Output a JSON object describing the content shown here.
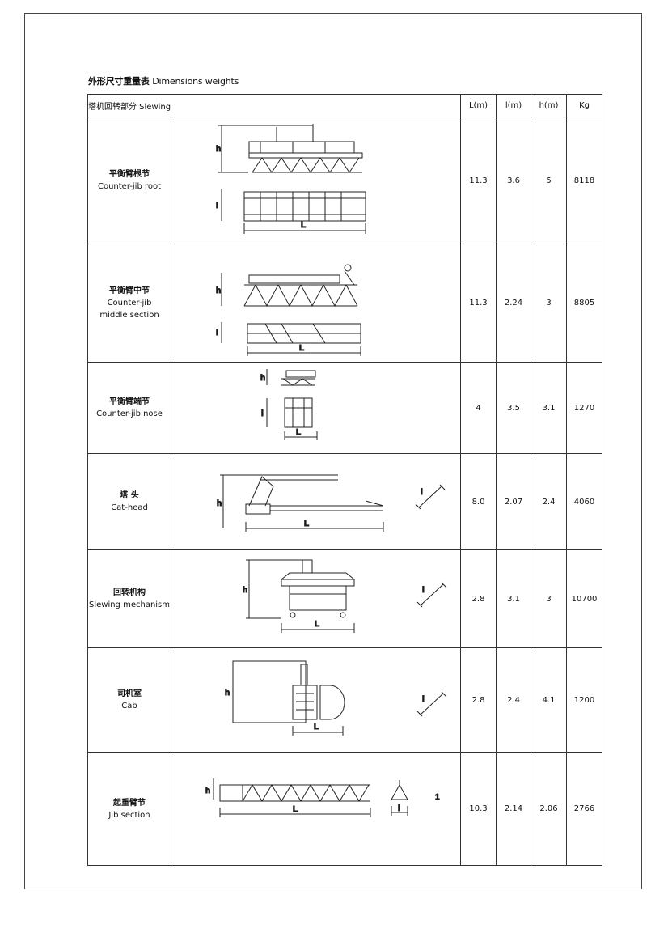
{
  "page": {
    "title_cn": "外形尺寸重量表",
    "title_en": "Dimensions weights"
  },
  "table": {
    "section_title": "塔机回转部分 Slewing",
    "columns": [
      "L(m)",
      "l(m)",
      "h(m)",
      "Kg"
    ],
    "dimension_labels": {
      "L": "L",
      "l": "l",
      "h": "h"
    },
    "rows": [
      {
        "name_cn": "平衡臂根节",
        "name_en": "Counter-jib root",
        "name_en2": "",
        "L": "11.3",
        "l": "3.6",
        "h": "5",
        "kg": "8118",
        "icon": "counter-jib-root-drawing"
      },
      {
        "name_cn": "平衡臂中节",
        "name_en": "Counter-jib",
        "name_en2": "middle section",
        "L": "11.3",
        "l": "2.24",
        "h": "3",
        "kg": "8805",
        "icon": "counter-jib-middle-drawing"
      },
      {
        "name_cn": "平衡臂端节",
        "name_en": "Counter-jib nose",
        "name_en2": "",
        "L": "4",
        "l": "3.5",
        "h": "3.1",
        "kg": "1270",
        "icon": "counter-jib-nose-drawing"
      },
      {
        "name_cn": "塔 头",
        "name_en": "Cat-head",
        "name_en2": "",
        "L": "8.0",
        "l": "2.07",
        "h": "2.4",
        "kg": "4060",
        "icon": "cat-head-drawing"
      },
      {
        "name_cn": "回转机构",
        "name_en": "Slewing mechanism",
        "name_en2": "",
        "L": "2.8",
        "l": "3.1",
        "h": "3",
        "kg": "10700",
        "icon": "slewing-mechanism-drawing"
      },
      {
        "name_cn": "司机室",
        "name_en": "Cab",
        "name_en2": "",
        "L": "2.8",
        "l": "2.4",
        "h": "4.1",
        "kg": "1200",
        "icon": "cab-drawing"
      },
      {
        "name_cn": "起重臂节",
        "name_en": "Jib section",
        "name_en2": "",
        "L": "10.3",
        "l": "2.14",
        "h": "2.06",
        "kg": "2766",
        "icon": "jib-section-drawing",
        "note": "1"
      }
    ]
  }
}
